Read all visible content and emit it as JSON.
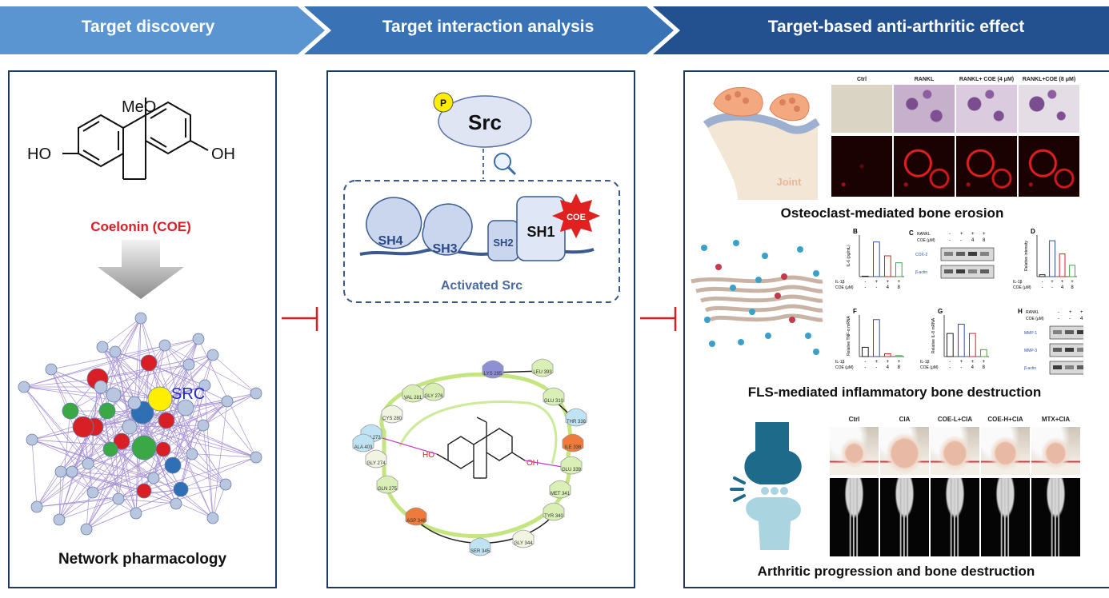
{
  "banner": {
    "step1": "Target discovery",
    "step2": "Target interaction analysis",
    "step3": "Target-based anti-arthritic effect",
    "colors": [
      "#5a95d2",
      "#3a73b5",
      "#23508f"
    ]
  },
  "left": {
    "substituent_meo": "MeO",
    "substituent_ho": "HO",
    "substituent_oh": "OH",
    "compound_name": "Coelonin (COE)",
    "src_label": "SRC",
    "title": "Network pharmacology",
    "node_colors": {
      "hub": "#d81f26",
      "green": "#3aa844",
      "blue": "#2f6fb3",
      "light": "#b8c6e0",
      "target": "#ffee00"
    }
  },
  "middle": {
    "phospho": "P",
    "src": "Src",
    "domains": [
      "SH4",
      "SH3",
      "SH2",
      "SH1"
    ],
    "coe_badge": "COE",
    "activated": "Activated Src",
    "ho": "HO",
    "oh": "OH",
    "residues": [
      "LEU 273",
      "GLY 274",
      "GLN 275",
      "GLY 276",
      "VAL 281",
      "CYS 280",
      "LYS 295",
      "LEU 393",
      "GLU 310",
      "THR 338",
      "ILE 336",
      "GLU 339",
      "MET 341",
      "TYR 340",
      "GLY 344",
      "SER 345",
      "ASP 348",
      "ALA 403"
    ]
  },
  "right": {
    "osteo_header": [
      "Ctrl",
      "RANKL",
      "RANKL+ COE (4 μM)",
      "RANKL+COE (8 μM)"
    ],
    "joint_label": "Joint",
    "osteo_title": "Osteoclast-mediated bone erosion",
    "fls_title": "FLS-mediated inflammatory bone destruction",
    "panel_letters": [
      "B",
      "C",
      "D",
      "F",
      "G",
      "H"
    ],
    "blot_c": [
      "RANKL",
      "COE (μM)",
      "COX-2",
      "β-actin"
    ],
    "blot_h": [
      "RANKL",
      "COE (μM)",
      "MMP-1",
      "MMP-3",
      "β-actin"
    ],
    "conds_row1": [
      "-",
      "+",
      "+",
      "+"
    ],
    "conds_row2": [
      "-",
      "-",
      "4",
      "8"
    ],
    "il1b": "IL-1β",
    "coe_um": "COE (μM)",
    "ylab_b": "IL-6 (pg/mL)",
    "ylab_d": "Relative intensity",
    "ylab_f": "Relative TNF-α mRNA",
    "ylab_g": "Relative IL-8 mRNA",
    "chart_b_values": [
      2,
      150,
      90,
      60
    ],
    "chart_d_values": [
      5,
      95,
      60,
      30
    ],
    "chart_f_values": [
      1,
      4,
      0.3,
      0.1
    ],
    "chart_g_values": [
      1,
      1.4,
      1.0,
      0.3
    ],
    "bar_colors": [
      "#222222",
      "#2f4fb0",
      "#d81f26",
      "#3aa844"
    ],
    "cia_header": [
      "Ctrl",
      "CIA",
      "COE-L+CIA",
      "COE-H+CIA",
      "MTX+CIA"
    ],
    "arthritic_title": "Arthritic progression and bone destruction"
  }
}
